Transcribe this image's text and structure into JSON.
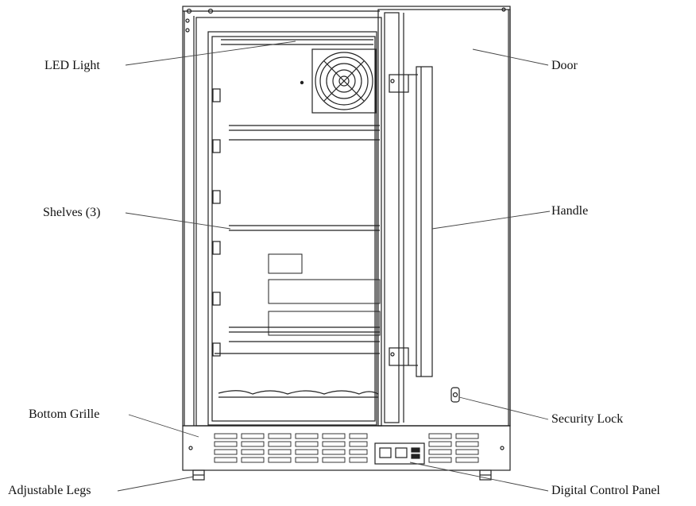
{
  "labels": {
    "led_light": "LED Light",
    "door": "Door",
    "shelves": "Shelves (3)",
    "handle": "Handle",
    "bottom_grille": "Bottom Grille",
    "security_lock": "Security Lock",
    "adjustable_legs": "Adjustable Legs",
    "digital_control_panel": "Digital Control Panel"
  },
  "colors": {
    "line": "#222222",
    "leader": "#444444"
  }
}
